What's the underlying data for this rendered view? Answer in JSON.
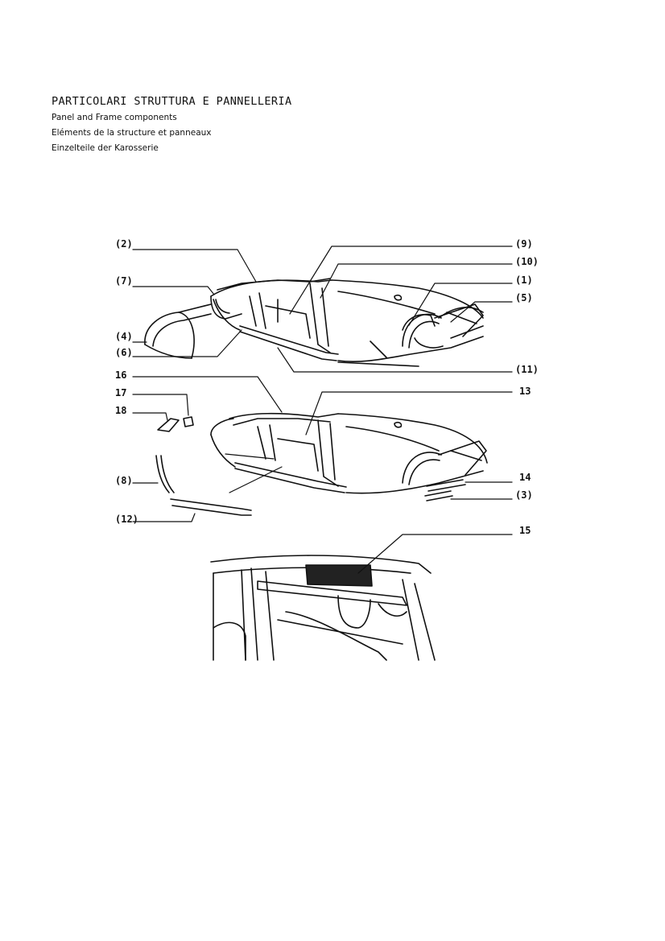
{
  "header": {
    "title": "PARTICOLARI STRUTTURA E PANNELLERIA",
    "subtitle_en": "Panel and Frame components",
    "subtitle_fr": "Eléments de la structure et panneaux",
    "subtitle_de": "Einzelteile der Karosserie"
  },
  "callouts": {
    "c2": "(2)",
    "c7": "(7)",
    "c4": "(4)",
    "c6": "(6)",
    "c9": "(9)",
    "c10": "(10)",
    "c1": "(1)",
    "c5": "(5)",
    "c11": "(11)",
    "c16": "16",
    "c17": "17",
    "c18": "18",
    "c8": "(8)",
    "c12": "(12)",
    "c13": "13",
    "c14": "14",
    "c3": "(3)",
    "c15": "15"
  }
}
